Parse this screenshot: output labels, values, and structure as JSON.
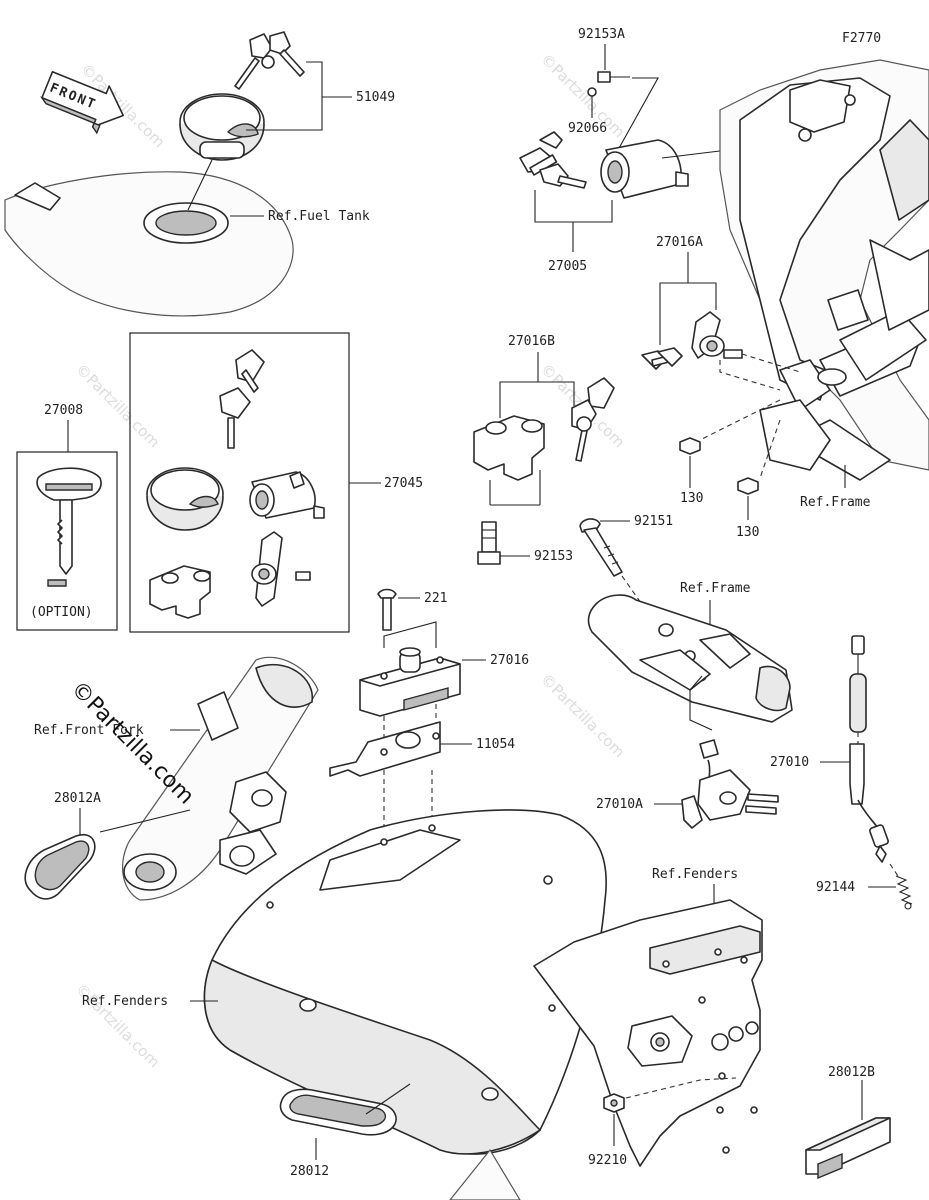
{
  "figure_code": "F2770",
  "front_label": "FRONT",
  "option_label": "(OPTION)",
  "watermark": "©Partzilla.com",
  "parts": {
    "p51049": "51049",
    "p92153A": "92153A",
    "p92066": "92066",
    "p27005": "27005",
    "p27016A": "27016A",
    "p27016B": "27016B",
    "p27008": "27008",
    "p27045": "27045",
    "p130a": "130",
    "p130b": "130",
    "p92151": "92151",
    "p92153": "92153",
    "p221": "221",
    "p27016": "27016",
    "p11054": "11054",
    "p28012A": "28012A",
    "p27010": "27010",
    "p27010A": "27010A",
    "p92144": "92144",
    "p28012B": "28012B",
    "p92210": "92210",
    "p28012": "28012"
  },
  "refs": {
    "fuel_tank": "Ref.Fuel Tank",
    "frame_1": "Ref.Frame",
    "frame_2": "Ref.Frame",
    "front_fork": "Ref.Front Fork",
    "fenders_1": "Ref.Fenders",
    "fenders_2": "Ref.Fenders"
  }
}
